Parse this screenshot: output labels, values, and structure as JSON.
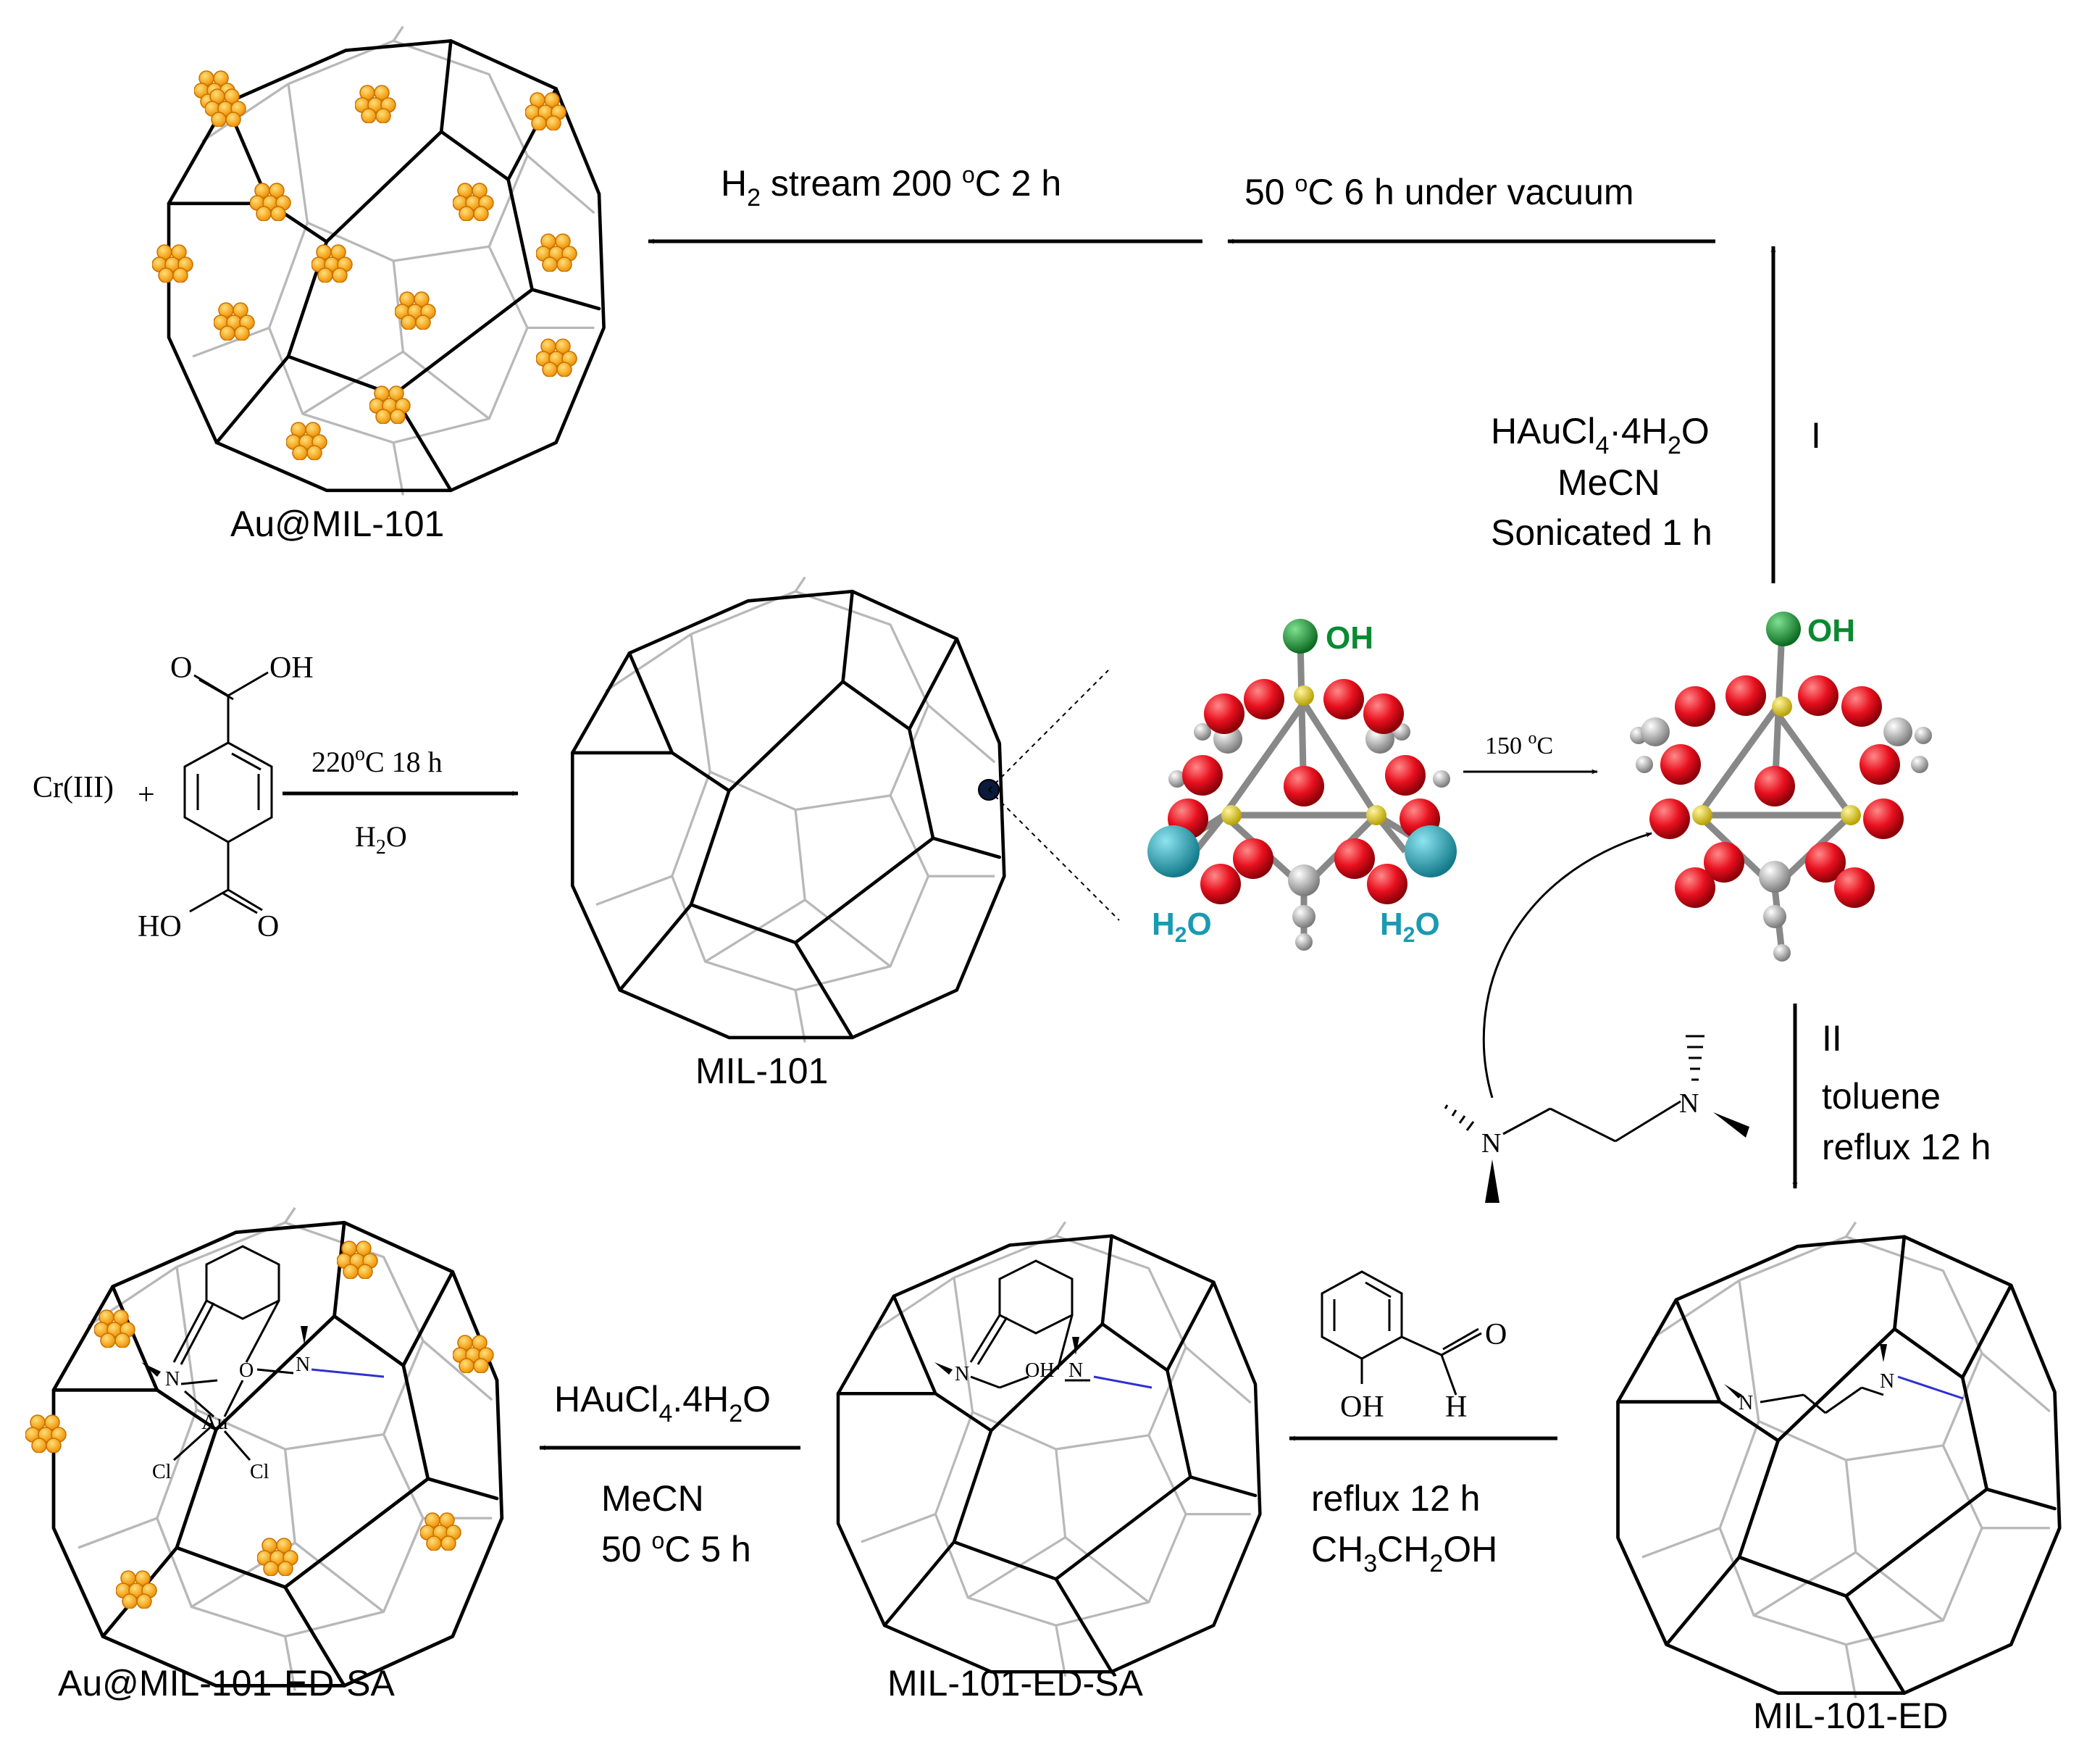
{
  "labels": {
    "au_mil101": "Au@MIL-101",
    "mil101": "MIL-101",
    "mil101_ed": "MIL-101-ED",
    "mil101_ed_sa": "MIL-101-ED-SA",
    "au_mil101_ed_sa": "Au@MIL-101-ED-SA"
  },
  "conditions": {
    "h2_stream_a": "H",
    "h2_stream_sub": "2",
    "h2_stream_b": " stream  200 ",
    "h2_stream_deg": "o",
    "h2_stream_c": "C 2 h",
    "vacuum_a": "50 ",
    "vacuum_deg": "o",
    "vacuum_b": "C 6 h  under vacuum",
    "route1_numeral": "I",
    "route1_reagent_a": "HAuCl",
    "route1_reagent_sub1": "4",
    "route1_reagent_b": "·4H",
    "route1_reagent_sub2": "2",
    "route1_reagent_c": "O",
    "route1_solvent": "MeCN",
    "route1_time": "Sonicated 1 h",
    "synth_temp_a": "220",
    "synth_temp_deg": "o",
    "synth_temp_b": "C 18 h",
    "synth_solvent_a": "H",
    "synth_solvent_sub": "2",
    "synth_solvent_b": "O",
    "activation_a": "150 ",
    "activation_deg": "o",
    "activation_b": "C",
    "route2_numeral": "II",
    "route2_solvent": "toluene",
    "route2_time": "reflux  12 h",
    "sa_time": "reflux  12 h",
    "sa_solvent_a": "CH",
    "sa_solvent_sub1": "3",
    "sa_solvent_b": "CH",
    "sa_solvent_sub2": "2",
    "sa_solvent_c": "OH",
    "au_reagent_a": "HAuCl",
    "au_reagent_sub1": "4",
    "au_reagent_b": ".4H",
    "au_reagent_sub2": "2",
    "au_reagent_c": "O",
    "au_solvent": "MeCN",
    "au_time_a": "50 ",
    "au_time_deg": "o",
    "au_time_b": "C 5 h"
  },
  "reactants": {
    "cr": "Cr(III)",
    "plus": "+",
    "oh_top": "OH",
    "o_top": "O",
    "ho_bottom": "HO",
    "o_bottom": "O"
  },
  "cluster": {
    "oh": "OH",
    "h2o_left_a": "H",
    "h2o_left_sub": "2",
    "h2o_left_b": "O",
    "h2o_right_a": "H",
    "h2o_right_sub": "2",
    "h2o_right_b": "O",
    "oh_activated": "OH"
  },
  "molecules": {
    "ed_n1": "N",
    "ed_n2": "N",
    "sal_oh": "OH",
    "sal_h": "H",
    "sal_o": "O",
    "ed_inner_n1": "N",
    "ed_inner_n2": "N",
    "sa_n1": "N",
    "sa_oh": "OH",
    "sa_n2": "N",
    "au_n1": "N",
    "au_o": "O",
    "au_n2": "N",
    "au_au": "Au",
    "au_cl1": "Cl",
    "au_cl2": "Cl"
  },
  "colors": {
    "gold": "#ffa500",
    "oxygen": "#e8101e",
    "chromium": "#d4c21a",
    "carbon": "#a8a8a8",
    "hydroxyl": "#1a9a3a",
    "water": "#2aa6b8"
  }
}
